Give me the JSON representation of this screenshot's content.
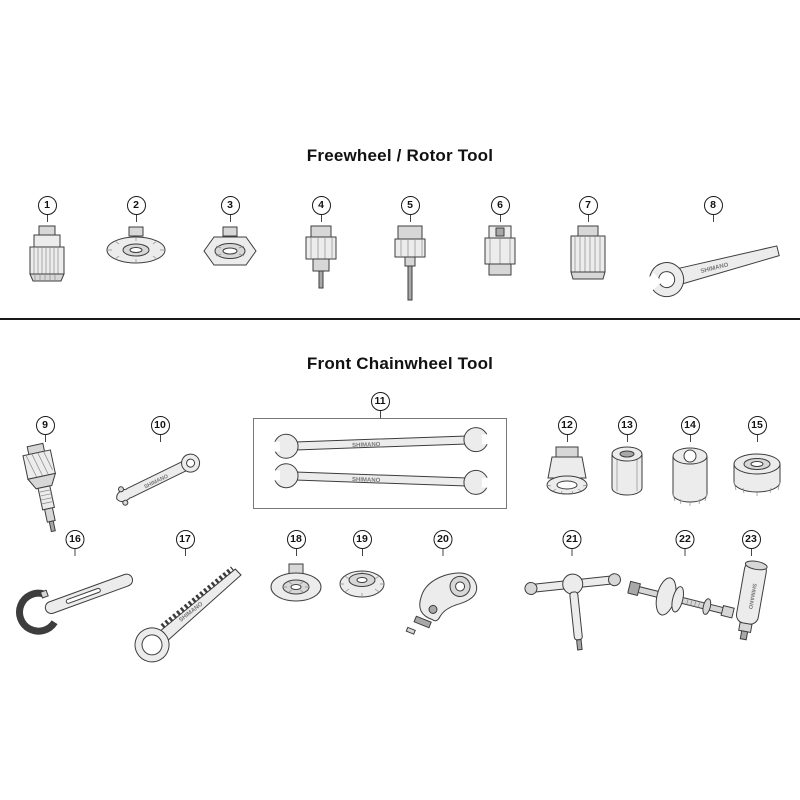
{
  "diagram": {
    "background": "#ffffff",
    "divider_color": "#1a1a1a"
  },
  "brand": {
    "label": "SHIMANO"
  },
  "sections": [
    {
      "title": "Freewheel / Rotor Tool",
      "items": [
        {
          "number": "1"
        },
        {
          "number": "2"
        },
        {
          "number": "3"
        },
        {
          "number": "4"
        },
        {
          "number": "5"
        },
        {
          "number": "6"
        },
        {
          "number": "7"
        },
        {
          "number": "8"
        }
      ]
    },
    {
      "title": "Front Chainwheel Tool",
      "items": [
        {
          "number": "9"
        },
        {
          "number": "10"
        },
        {
          "number": "11"
        },
        {
          "number": "12"
        },
        {
          "number": "13"
        },
        {
          "number": "14"
        },
        {
          "number": "15"
        },
        {
          "number": "16"
        },
        {
          "number": "17"
        },
        {
          "number": "18"
        },
        {
          "number": "19"
        },
        {
          "number": "20"
        },
        {
          "number": "21"
        },
        {
          "number": "22"
        },
        {
          "number": "23"
        }
      ]
    }
  ]
}
